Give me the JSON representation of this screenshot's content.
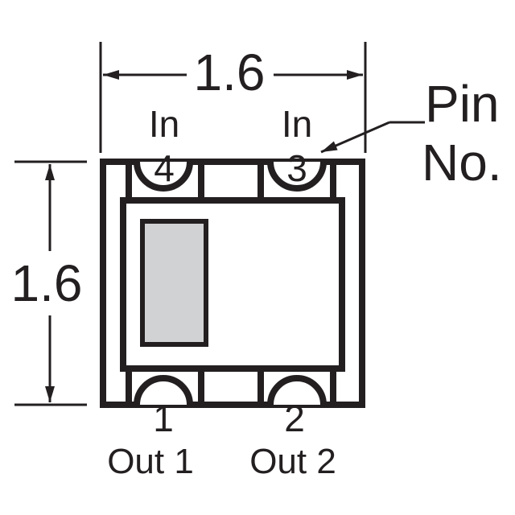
{
  "diagram": {
    "dimension_width": "1.6",
    "dimension_height": "1.6",
    "callout_line1": "Pin",
    "callout_line2": "No.",
    "pins": {
      "pin1_number": "1",
      "pin1_name": "Out 1",
      "pin2_number": "2",
      "pin2_name": "Out 2",
      "pin3_number": "3",
      "pin3_name": "In",
      "pin4_number": "4",
      "pin4_name": "In"
    },
    "colors": {
      "stroke": "#231f20",
      "marker_fill": "#d1d2d4",
      "background": "#ffffff"
    }
  }
}
